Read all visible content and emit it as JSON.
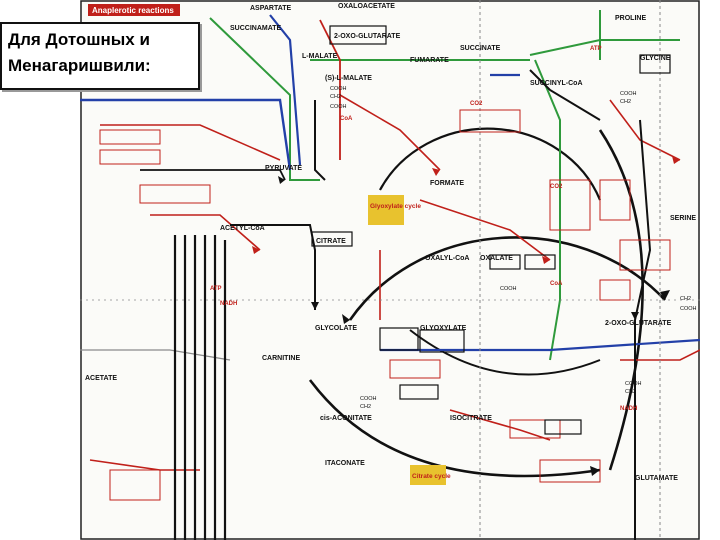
{
  "caption": {
    "line1": "Для  Дотошных и",
    "line2": "Менагаришвили:"
  },
  "colors": {
    "black": "#111111",
    "red": "#c0201a",
    "green": "#2f9a3c",
    "blue": "#2340a8",
    "grey": "#8a8a8a"
  },
  "labels": {
    "anaplerotic": "Anaplerotic reactions",
    "oxaloacetate": "OXALOACETATE",
    "succinamate": "SUCCINAMATE",
    "oxoglutarate": "2-OXO-GLUTARATE",
    "succinate": "SUCCINATE",
    "fumarate": "FUMARATE",
    "malate": "L-MALATE",
    "malate2": "(S)-L-MALATE",
    "pyruvate": "PYRUVATE",
    "acetylcoa": "ACETYL-CoA",
    "citrate": "CITRATE",
    "isocitrate": "ISOCITRATE",
    "glyoxylate": "GLYOXYLATE",
    "glycolate": "GLYCOLATE",
    "oxalylcoa": "OXALYL-CoA",
    "oxalate": "OXALATE",
    "formate": "FORMATE",
    "glycine": "GLYCINE",
    "glutarate": "2-OXO-GLUTARATE",
    "succinylcoa": "SUCCINYL-CoA",
    "acetate": "ACETATE",
    "carnitine": "CARNITINE",
    "itaconate": "ITACONATE",
    "aconitate": "cis-ACONITATE",
    "glyoxylate_cycle": "Glyoxylate cycle",
    "citrate_cycle": "Citrate cycle",
    "proline": "PROLINE",
    "serine": "SERINE",
    "aspartate": "ASPARTATE",
    "glutamate": "GLUTAMATE",
    "co2": "CO2",
    "nadh": "NADH",
    "atp": "ATP",
    "coa": "CoA",
    "cooh": "COOH",
    "ch2": "CH2"
  }
}
